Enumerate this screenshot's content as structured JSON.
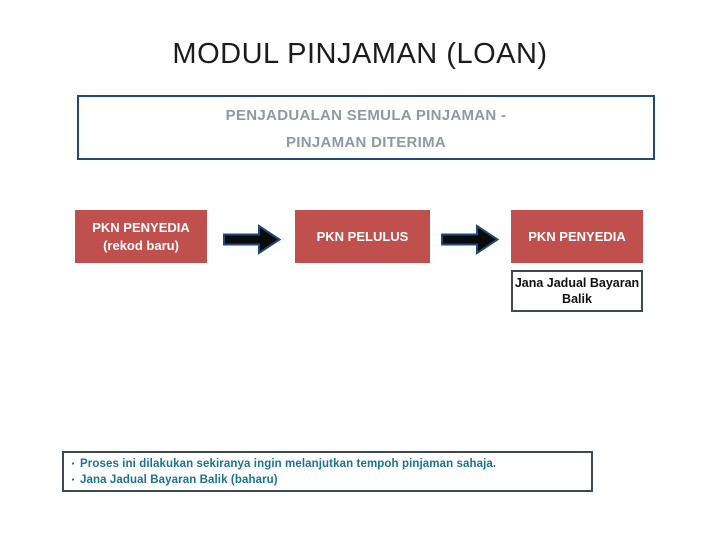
{
  "slide": {
    "title": "MODUL PINJAMAN (LOAN)",
    "header": {
      "line1": "PENJADUALAN SEMULA PINJAMAN -",
      "line2": "PINJAMAN DITERIMA"
    },
    "flow": {
      "box1_line1": "PKN PENYEDIA",
      "box1_line2": "(rekod baru)",
      "box2_label": "PKN PELULUS",
      "box3_label": "PKN PENYEDIA",
      "sub_box_line1": "Jana Jadual Bayaran",
      "sub_box_line2": "Balik"
    },
    "notes": {
      "bullet_char": "▪",
      "bullet1": "Proses ini dilakukan sekiranya ingin melanjutkan tempoh pinjaman sahaja.",
      "bullet2": "Jana Jadual Bayaran Balik (baharu)"
    },
    "colors": {
      "box_red": "#C0504D",
      "navy_border": "#1F497D",
      "slate_border": "#3E4A52",
      "teal_text": "#1C7390",
      "gray_heading": "#8E99A4",
      "arrow_fill": "#0B0B0D",
      "title_text": "#1C1C1C",
      "sub_text": "#121212"
    }
  }
}
